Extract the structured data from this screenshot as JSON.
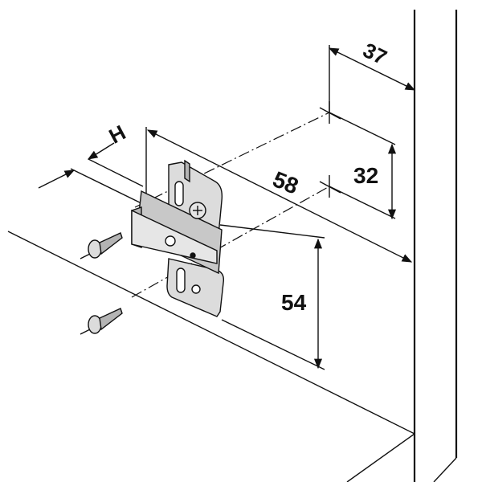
{
  "diagram": {
    "labels": {
      "dim_37": "37",
      "dim_h": "H",
      "dim_58": "58",
      "dim_32": "32",
      "dim_54": "54"
    },
    "colors": {
      "line": "#111111",
      "part_fill": "#dcdcdc",
      "part_shade": "#b4b4b4",
      "background": "#ffffff"
    }
  }
}
